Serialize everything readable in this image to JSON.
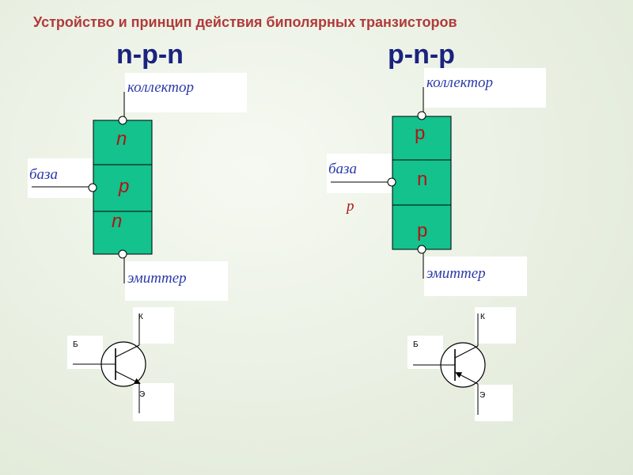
{
  "title": "Устройство и принцип действия биполярных транзисторов",
  "colors": {
    "title": "#b03a3a",
    "heading": "#1a237e",
    "layer_fill": "#13c28d",
    "layer_letter": "#b01515",
    "term_label": "#2b3aa8"
  },
  "npn": {
    "heading": "n-p-n",
    "collector": "коллектор",
    "base": "база",
    "emitter": "эмиттер",
    "layers": [
      "n",
      "p",
      "n"
    ],
    "symbol": {
      "collector": "К",
      "base": "Б",
      "emitter": "Э"
    }
  },
  "pnp": {
    "heading": "p-n-p",
    "collector": "коллектор",
    "base": "база",
    "emitter": "эмиттер",
    "layers": [
      "p",
      "n",
      "p"
    ],
    "extra_label": "p",
    "symbol": {
      "collector": "К",
      "base": "Б",
      "emitter": "Э"
    }
  }
}
